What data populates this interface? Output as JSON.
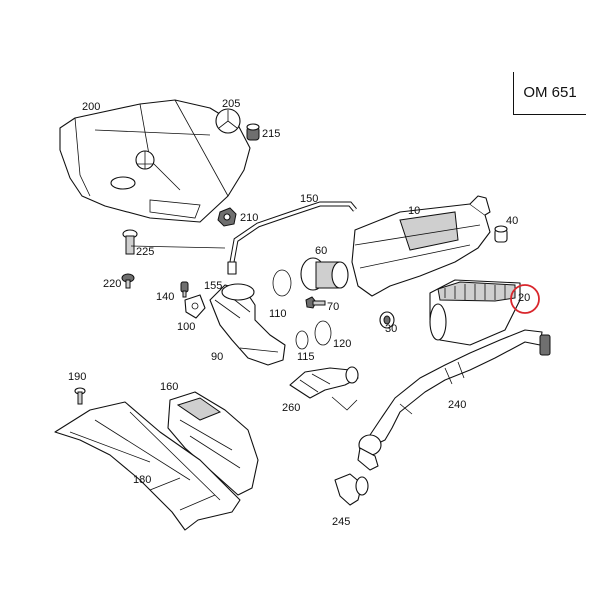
{
  "model": "OM 651",
  "highlight_color": "#d9262c",
  "labels": {
    "l200": "200",
    "l205": "205",
    "l215": "215",
    "l210": "210",
    "l225": "225",
    "l220": "220",
    "l150": "150",
    "l155": "155",
    "l140": "140",
    "l100": "100",
    "l60": "60",
    "l110": "110",
    "l70": "70",
    "l120": "120",
    "l115": "115",
    "l90": "90",
    "l10": "10",
    "l40": "40",
    "l20": "20",
    "l30": "30",
    "l240": "240",
    "l190": "190",
    "l160": "160",
    "l260": "260",
    "l180": "180",
    "l245": "245"
  }
}
